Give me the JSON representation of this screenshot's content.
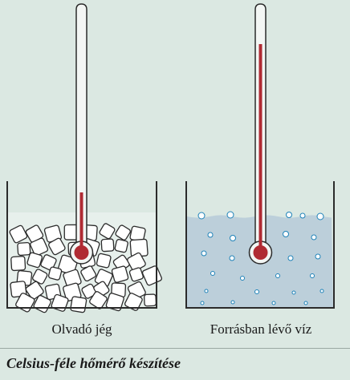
{
  "labels": {
    "left_beaker": "Olvadó jég",
    "right_beaker": "Forrásban lévő víz"
  },
  "caption": "Celsius-féle hőmérő készítése",
  "colors": {
    "background": "#dbe8e2",
    "beaker_outline": "#2b2b2b",
    "ice_fill": "#ffffff",
    "water_fill": "#bccfda",
    "bubble_fill": "#ffffff",
    "bubble_stroke": "#1e82b8",
    "mercury": "#b02b33",
    "thermometer_tube": "#f3f6f4"
  },
  "thermometers": [
    {
      "name": "left-thermometer",
      "mercury_level": "low"
    },
    {
      "name": "right-thermometer",
      "mercury_level": "high"
    }
  ]
}
